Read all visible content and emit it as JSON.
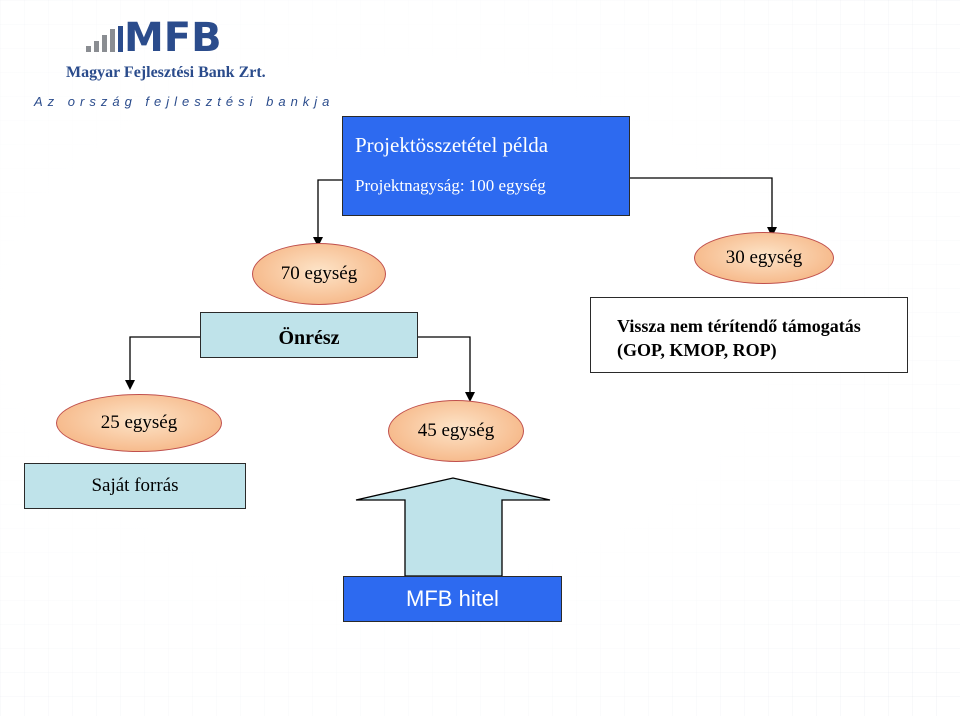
{
  "logo": {
    "word": "MFB",
    "company": "Magyar Fejlesztési Bank Zrt.",
    "tagline": "Az ország fejlesztési bankja"
  },
  "diagram": {
    "title": "Projektösszetétel példa",
    "subtitle": "Projektnagyság: 100 egység",
    "left_amount": "70 egység",
    "left_label": "Önrész",
    "right_amount": "30 egység",
    "right_label_line1": "Vissza nem térítendő támogatás",
    "right_label_line2": "(GOP, KMOP, ROP)",
    "own_amount": "25 egység",
    "own_label": "Saját forrás",
    "loan_amount": "45 egység",
    "loan_label": "MFB hitel"
  },
  "colors": {
    "brand": "#2b4c8c",
    "blue_box": "#2d6af0",
    "teal_box": "#bfe3ea",
    "oval_fill": "#f6b98a",
    "oval_border": "#c0504d",
    "arrow_fill": "#bfe3ea"
  }
}
